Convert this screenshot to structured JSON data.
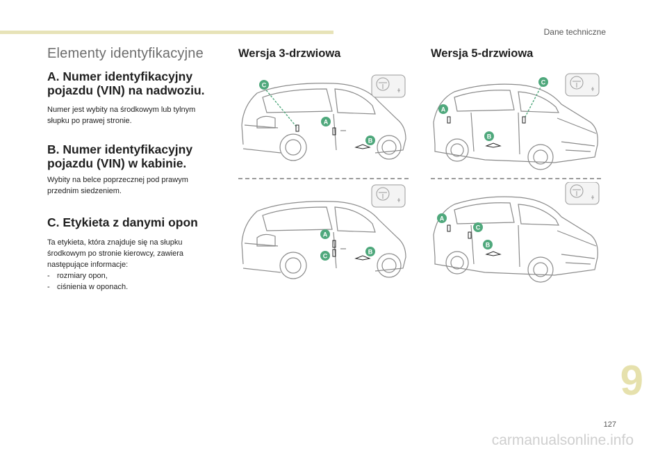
{
  "header": {
    "section_name": "Dane techniczne"
  },
  "main": {
    "title": "Elementy identyfikacyjne",
    "sections": [
      {
        "heading_l1": "A. Numer identyfikacyjny",
        "heading_l2": "pojazdu (VIN) na nadwoziu.",
        "text_l1": "Numer jest wybity na środkowym lub tylnym",
        "text_l2": "słupku po prawej stronie."
      },
      {
        "heading_l1": "B. Numer identyfikacyjny",
        "heading_l2": "pojazdu (VIN) w kabinie.",
        "text_l1": "Wybity na belce poprzecznej pod prawym",
        "text_l2": "przednim siedzeniem."
      },
      {
        "heading": "C. Etykieta z danymi opon",
        "text_l1": "Ta etykieta, która znajduje się na słupku",
        "text_l2": "środkowym po stronie kierowcy, zawiera",
        "text_l3": "następujące informacje:",
        "list": [
          "rozmiary opon,",
          "ciśnienia w oponach."
        ],
        "dash": "-"
      }
    ]
  },
  "columns": {
    "three_door": {
      "title": "Wersja 3-drzwiowa"
    },
    "five_door": {
      "title": "Wersja 5-drzwiowa"
    }
  },
  "markers": {
    "a": "A",
    "b": "B",
    "c": "C"
  },
  "colors": {
    "marker": "#4fa87c",
    "accent_bar": "#e7e3b8",
    "chapter": "#e6e1ad"
  },
  "footer": {
    "chapter": "9",
    "page_number": "127",
    "watermark": "carmanualsonline.info"
  }
}
